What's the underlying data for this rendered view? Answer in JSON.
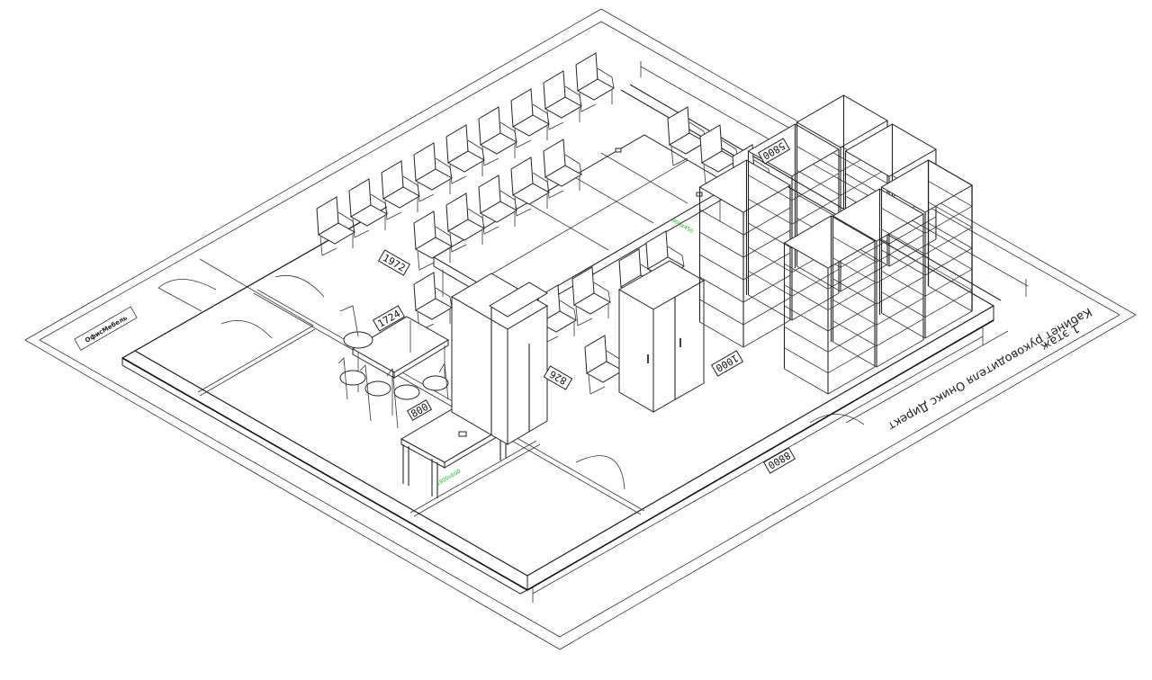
{
  "drawing": {
    "title": "Кабинет руководителя Оникс Директ",
    "subtitle": "1 этаж",
    "logo_text": "ОфисМебель",
    "dimensions": [
      "5800",
      "1972",
      "1724",
      "826",
      "1000",
      "8800",
      "800"
    ],
    "tag_labels": [
      "900x450",
      "1800x600"
    ]
  }
}
